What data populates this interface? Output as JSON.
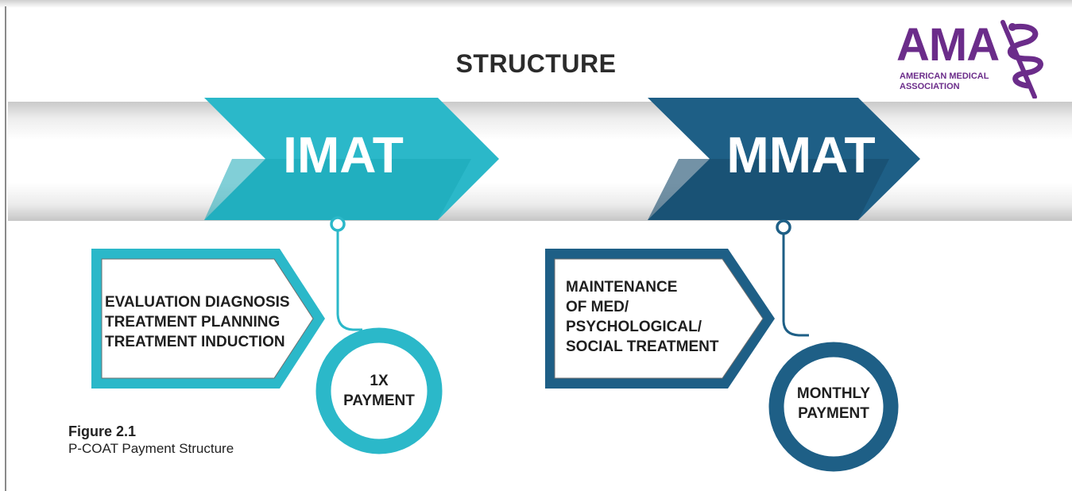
{
  "title": "STRUCTURE",
  "logo": {
    "name": "AMA",
    "subtitle_line1": "AMERICAN MEDICAL",
    "subtitle_line2": "ASSOCIATION",
    "color": "#6b2c8a"
  },
  "stages": [
    {
      "label": "IMAT",
      "description_lines": [
        "EVALUATION DIAGNOSIS",
        "TREATMENT PLANNING",
        "TREATMENT INDUCTION"
      ],
      "payment_lines": [
        "1X",
        "PAYMENT"
      ],
      "color": "#2bb8c9"
    },
    {
      "label": "MMAT",
      "description_lines": [
        "MAINTENANCE",
        "OF MED/",
        "PSYCHOLOGICAL/",
        "SOCIAL TREATMENT"
      ],
      "payment_lines": [
        "MONTHLY",
        "PAYMENT"
      ],
      "color": "#1e5f86"
    }
  ],
  "figure": {
    "number": "Figure 2.1",
    "caption": "P-COAT Payment Structure"
  }
}
